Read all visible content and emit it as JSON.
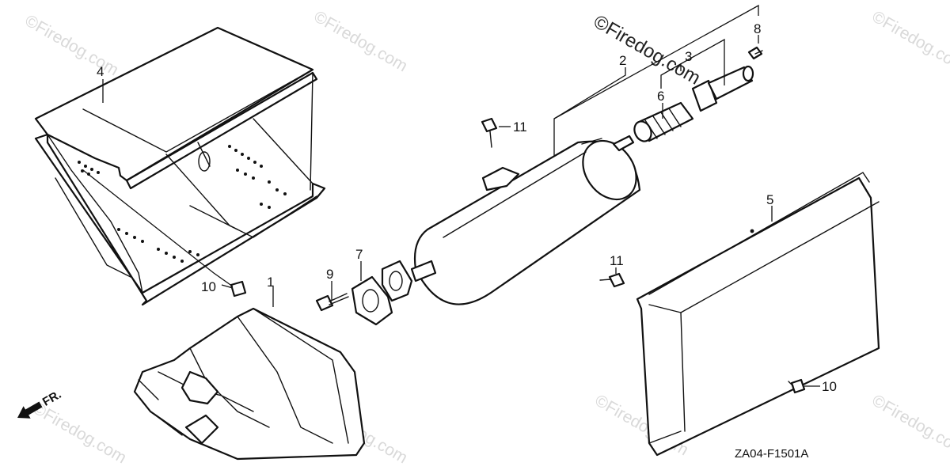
{
  "diagram": {
    "watermark": "©Firedog.com",
    "diagram_code": "ZA04-F1501A",
    "direction_label": "FR.",
    "callouts": [
      "1",
      "2",
      "3",
      "4",
      "5",
      "6",
      "7",
      "8",
      "9",
      "10",
      "10",
      "11",
      "11"
    ]
  },
  "colors": {
    "line": "#111111",
    "background": "#ffffff",
    "watermark_faint": "#d9d9d9"
  }
}
